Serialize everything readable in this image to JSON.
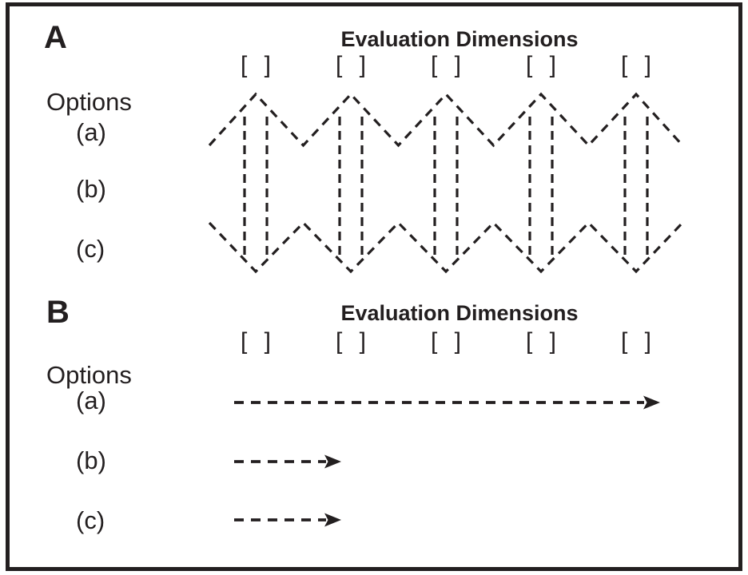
{
  "colors": {
    "ink": "#231f20",
    "background": "#ffffff"
  },
  "panel_a": {
    "label": "A",
    "title": "Evaluation Dimensions",
    "options_heading": "Options",
    "option_a": "(a)",
    "option_b": "(b)",
    "option_c": "(c)",
    "dimension_marker": "[ ]",
    "dimension_count": 5,
    "pattern": "vertical double-headed dashed arrows under each dimension joined by zigzag dashed lines (option-wise up-down scanning across all dimensions)"
  },
  "panel_b": {
    "label": "B",
    "title": "Evaluation Dimensions",
    "options_heading": "Options",
    "option_a": "(a)",
    "option_b": "(b)",
    "option_c": "(c)",
    "dimension_marker": "[ ]",
    "dimension_count": 5,
    "arrows": {
      "option_a_arrow": "long dashed horizontal arrow spanning all five dimensions",
      "option_b_arrow": "short dashed horizontal arrow spanning about one dimension",
      "option_c_arrow": "short dashed horizontal arrow spanning about one dimension"
    }
  }
}
